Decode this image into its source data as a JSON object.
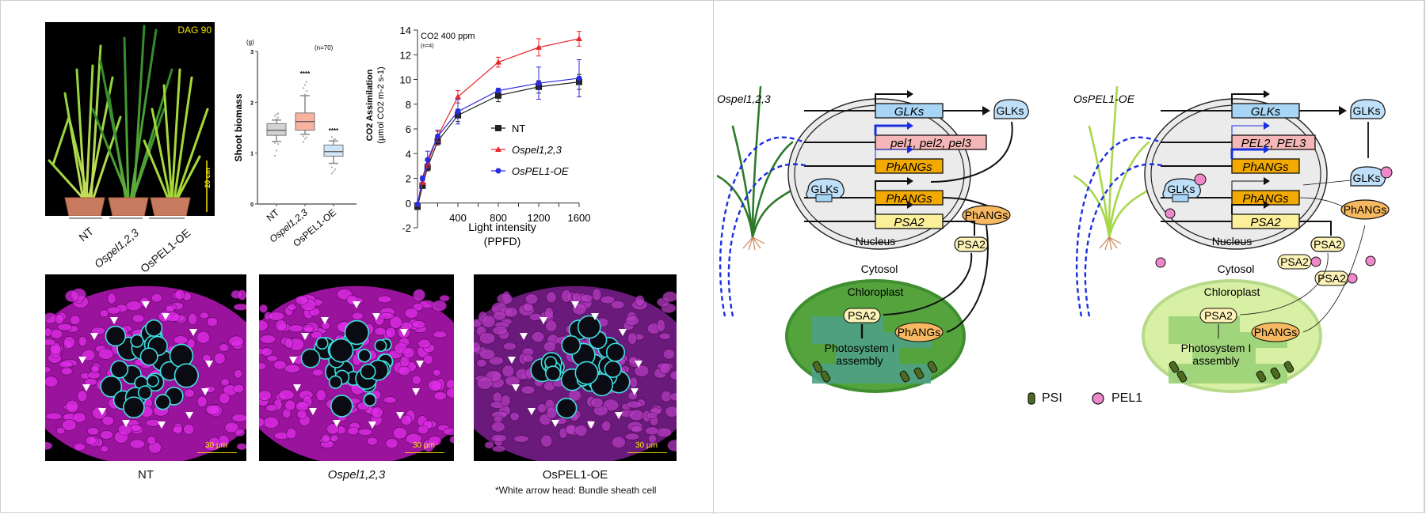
{
  "figure": {
    "left_panel": {
      "plant_photo": {
        "stage_label": "DAG 90",
        "scale_bar": "20 cm",
        "genotype_labels": [
          "NT",
          "Ospel1,2,3",
          "OsPEL1-OE"
        ]
      },
      "microscopy": {
        "panels": [
          {
            "caption": "NT",
            "scale_bar": "30 µm"
          },
          {
            "caption": "Ospel1,2,3",
            "scale_bar": "30 µm"
          },
          {
            "caption": "OsPEL1-OE",
            "scale_bar": "30 µm"
          }
        ],
        "footnote": "*White arrow head: Bundle sheath cell"
      }
    },
    "right_panel": {
      "left_model": {
        "title": "Ospel1,2,3",
        "genes": [
          "GLKs",
          "pel1, pel2, pel3",
          "PhANGs",
          "PhANGs",
          "PSA2"
        ],
        "nucleus_label": "Nucleus",
        "cytosol_label": "Cytosol",
        "chloroplast_label": "Chloroplast",
        "proteins": {
          "glks": "GLKs",
          "phangs": "PhANGs",
          "psa2": "PSA2"
        },
        "assembly": "Photosystem I assembly"
      },
      "right_model": {
        "title": "OsPEL1-OE",
        "genes": [
          "GLKs",
          "PEL2, PEL3",
          "PhANGs",
          "PhANGs",
          "PSA2"
        ],
        "nucleus_label": "Nucleus",
        "cytosol_label": "Cytosol",
        "chloroplast_label": "Chloroplast",
        "proteins": {
          "glks": "GLKs",
          "phangs": "PhANGs",
          "psa2": "PSA2"
        },
        "assembly": "Photosystem I assembly"
      },
      "legend": [
        {
          "label": "PSI",
          "icon": "psi-complex-icon"
        },
        {
          "label": "PEL1",
          "icon": "pel1-dot-icon"
        }
      ]
    },
    "colors": {
      "nt": "#222222",
      "ospel": "#e8262a",
      "ospel1oe": "#2b2be0",
      "glks_box": "#a8d4f5",
      "pel_box": "#f4b6b6",
      "phangs_box": "#f2a900",
      "psa2_box": "#fbef9a",
      "chloroplast_dark": "#55a33c",
      "chloroplast_light": "#d8f0a4",
      "pel1": "#ee88c8",
      "dashed": "#1a2ee0"
    }
  },
  "chart_data": [
    {
      "type": "box",
      "title": "",
      "ylabel": "Shoot biomass",
      "yunit": "(g)",
      "annotation_n": "(n=70)",
      "ylim": [
        0,
        3
      ],
      "yticks": [
        0,
        1,
        2,
        3
      ],
      "categories": [
        "NT",
        "Ospel1,2,3",
        "OsPEL1-OE"
      ],
      "boxes": [
        {
          "name": "NT",
          "min": 1.23,
          "q1": 1.35,
          "median": 1.45,
          "q3": 1.58,
          "max": 1.65,
          "significance": "",
          "outliers": [
            0.95,
            1.05,
            1.18,
            1.2,
            1.67,
            1.7,
            1.73,
            1.76,
            1.78
          ],
          "color": "#d3d3d3"
        },
        {
          "name": "Ospel1,2,3",
          "min": 1.37,
          "q1": 1.45,
          "median": 1.62,
          "q3": 1.79,
          "max": 2.13,
          "significance": "****",
          "outliers": [
            1.22,
            1.28,
            1.31,
            1.33,
            2.15,
            2.22,
            2.28,
            2.34,
            2.4
          ],
          "color": "#f9b1a0"
        },
        {
          "name": "OsPEL1-OE",
          "min": 0.8,
          "q1": 0.94,
          "median": 1.03,
          "q3": 1.16,
          "max": 1.24,
          "significance": "****",
          "outliers": [
            0.6,
            0.64,
            0.68,
            0.72,
            1.26,
            1.28,
            1.32
          ],
          "color": "#cfe6f8"
        }
      ]
    },
    {
      "type": "line",
      "title": "",
      "annotation": "CO2 400 ppm",
      "annotation_n": "(n=4)",
      "xlabel": "Light intensity",
      "xlabel2": "(PPFD)",
      "ylabel": "CO2 Assimilation",
      "ylabel2": "(µmol CO2 m-2 s-1)",
      "xlim": [
        0,
        1600
      ],
      "ylim": [
        -2,
        14
      ],
      "xticks": [
        400,
        800,
        1200,
        1600
      ],
      "yticks": [
        -2,
        0,
        2,
        4,
        6,
        8,
        10,
        12,
        14
      ],
      "x": [
        0,
        50,
        100,
        200,
        400,
        800,
        1200,
        1600
      ],
      "legend_position": "right",
      "series": [
        {
          "name": "NT",
          "marker": "square",
          "color": "#222222",
          "values": [
            -0.3,
            1.4,
            2.9,
            5.0,
            7.1,
            8.7,
            9.4,
            9.8
          ],
          "errors": [
            0.1,
            0.2,
            0.3,
            0.3,
            0.5,
            0.5,
            0.5,
            0.6
          ]
        },
        {
          "name": "Ospel1,2,3",
          "marker": "triangle",
          "color": "#e8262a",
          "values": [
            -0.1,
            1.7,
            3.2,
            5.4,
            8.6,
            11.4,
            12.6,
            13.3
          ],
          "errors": [
            0.1,
            0.2,
            0.3,
            0.4,
            0.5,
            0.4,
            0.7,
            0.6
          ]
        },
        {
          "name": "OsPEL1-OE",
          "marker": "circle",
          "color": "#2b2be0",
          "values": [
            -0.1,
            2.0,
            3.5,
            5.4,
            7.4,
            9.1,
            9.7,
            10.1
          ],
          "errors": [
            0.1,
            0.2,
            0.7,
            0.5,
            1.0,
            0.2,
            1.3,
            1.5
          ]
        }
      ]
    }
  ]
}
